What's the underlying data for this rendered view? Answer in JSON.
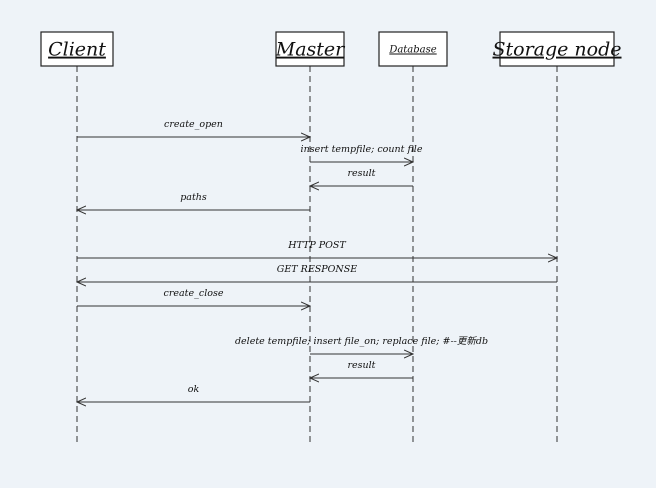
{
  "actors": [
    {
      "id": "client",
      "label": "Client"
    },
    {
      "id": "master",
      "label": "Master"
    },
    {
      "id": "database",
      "label": "Database"
    },
    {
      "id": "storage",
      "label": "Storage node"
    }
  ],
  "messages": [
    {
      "from": "client",
      "to": "master",
      "label": "create_open"
    },
    {
      "from": "master",
      "to": "database",
      "label": "insert tempfile; count file"
    },
    {
      "from": "database",
      "to": "master",
      "label": "result"
    },
    {
      "from": "master",
      "to": "client",
      "label": "paths"
    },
    {
      "from": "client",
      "to": "storage",
      "label": "HTTP POST"
    },
    {
      "from": "storage",
      "to": "client",
      "label": "GET RESPONSE"
    },
    {
      "from": "client",
      "to": "master",
      "label": "create_close"
    },
    {
      "from": "master",
      "to": "database",
      "label": "delete tempfile; insert file_on; replace file; #--更新db"
    },
    {
      "from": "database",
      "to": "master",
      "label": "result"
    },
    {
      "from": "master",
      "to": "client",
      "label": "ok"
    }
  ]
}
